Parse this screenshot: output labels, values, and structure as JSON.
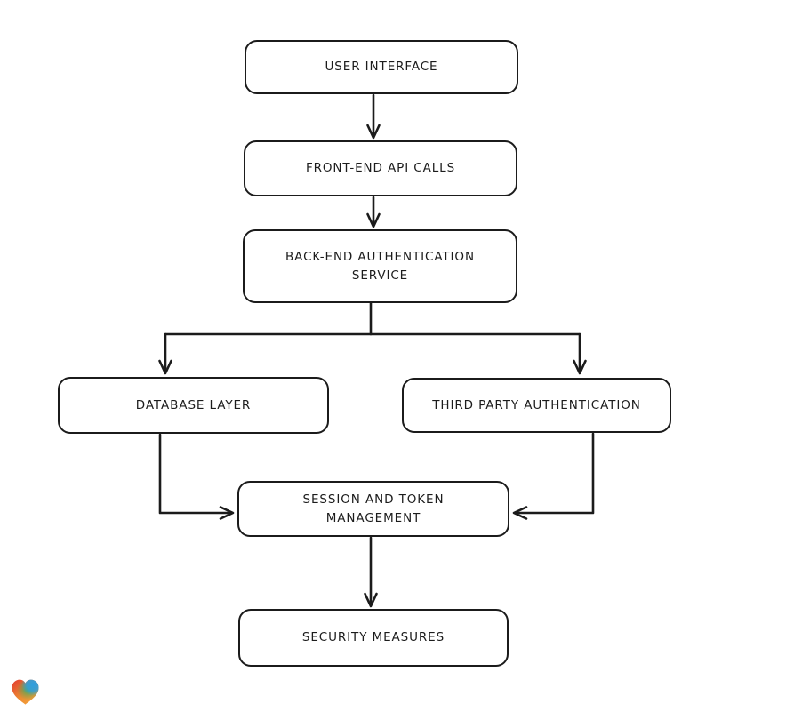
{
  "page": {
    "background_color": "#ffffff",
    "stroke_color": "#1b1b1b",
    "node_fill_color": "#ffffff"
  },
  "diagram": {
    "type": "flowchart",
    "style": "hand-drawn",
    "nodes": [
      {
        "id": "user-interface",
        "label": "USER INTERFACE",
        "lines": [
          "USER INTERFACE"
        ]
      },
      {
        "id": "front-end-api-calls",
        "label": "FRONT-END API CALLS",
        "lines": [
          "FRONT-END API CALLS"
        ]
      },
      {
        "id": "back-end-authentication-service",
        "label": "BACK-END AUTHENTICATION SERVICE",
        "lines": [
          "BACK-END AUTHENTICATION",
          "SERVICE"
        ]
      },
      {
        "id": "database-layer",
        "label": "DATABASE LAYER",
        "lines": [
          "DATABASE LAYER"
        ]
      },
      {
        "id": "third-party-authentication",
        "label": "THIRD PARTY AUTHENTICATION",
        "lines": [
          "THIRD PARTY AUTHENTICATION"
        ]
      },
      {
        "id": "session-and-token-management",
        "label": "SESSION AND TOKEN MANAGEMENT",
        "lines": [
          "SESSION AND TOKEN",
          "MANAGEMENT"
        ]
      },
      {
        "id": "security-measures",
        "label": "SECURITY MEASURES",
        "lines": [
          "SECURITY MEASURES"
        ]
      }
    ],
    "edges": [
      {
        "from": "user-interface",
        "to": "front-end-api-calls"
      },
      {
        "from": "front-end-api-calls",
        "to": "back-end-authentication-service"
      },
      {
        "from": "back-end-authentication-service",
        "to": "database-layer"
      },
      {
        "from": "back-end-authentication-service",
        "to": "third-party-authentication"
      },
      {
        "from": "database-layer",
        "to": "session-and-token-management"
      },
      {
        "from": "third-party-authentication",
        "to": "session-and-token-management"
      },
      {
        "from": "session-and-token-management",
        "to": "security-measures"
      }
    ]
  },
  "logo": {
    "name": "gradient-heart",
    "colors": {
      "red": "#e23b32",
      "orange": "#f29b3c",
      "green": "#3dae5c",
      "blue": "#2f9fe0"
    }
  }
}
